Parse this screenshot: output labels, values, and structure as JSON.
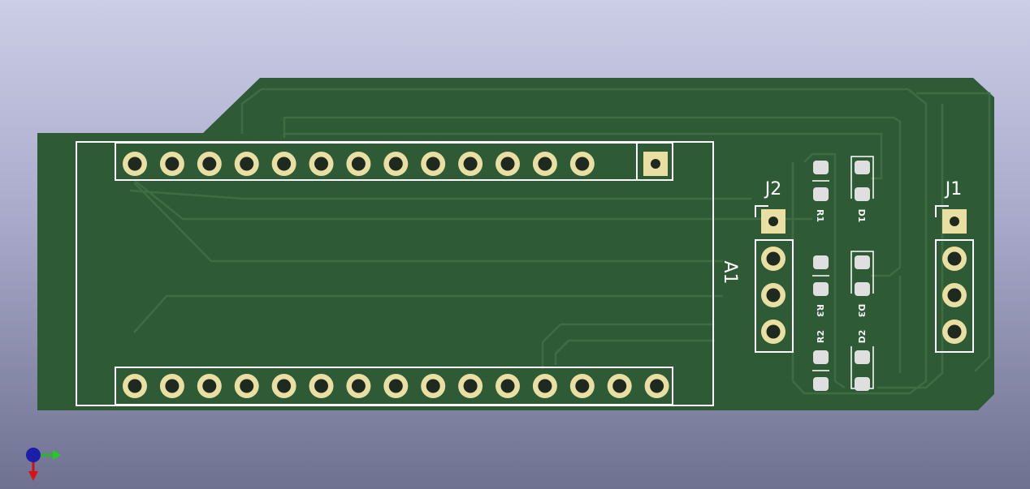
{
  "board": {
    "colors": {
      "soldermask": "#2e5a35",
      "trace": "#3c6a42",
      "silkscreen": "#ffffff",
      "pad_copper": "#e9dfa2",
      "drill": "#1e2a1f",
      "smd_pad": "#dfdfdf",
      "bg_top": "#cccde6",
      "bg_bottom": "#6f7190"
    },
    "modules": {
      "a1": {
        "ref": "A1",
        "top_pins": 14,
        "bottom_pins": 15
      },
      "j1": {
        "ref": "J1",
        "pins": 4
      },
      "j2": {
        "ref": "J2",
        "pins": 4
      },
      "r1": {
        "ref": "R1"
      },
      "r2": {
        "ref": "R2"
      },
      "r3": {
        "ref": "R3"
      },
      "d1": {
        "ref": "D1"
      },
      "d2": {
        "ref": "D2"
      },
      "d3": {
        "ref": "D3"
      }
    }
  },
  "axis_gizmo": {
    "icon": "xyz-axis-icon"
  }
}
